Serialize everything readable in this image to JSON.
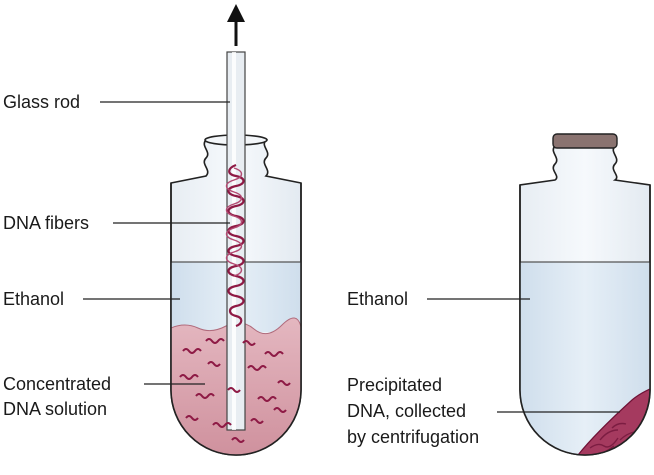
{
  "labels": {
    "glass_rod": "Glass rod",
    "dna_fibers": "DNA fibers",
    "ethanol_left": "Ethanol",
    "concentrated_line1": "Concentrated",
    "concentrated_line2": "DNA solution",
    "ethanol_right": "Ethanol",
    "precip_line1": "Precipitated",
    "precip_line2": "DNA, collected",
    "precip_line3": "by centrifugation"
  },
  "colors": {
    "glass": "#e9eff5",
    "ethanol": "#d9e6f2",
    "solution": "#d7a1ac",
    "dna": "#8e1a45",
    "pellet": "#a53a5f",
    "cap": "#8a7370",
    "outline": "#222222"
  }
}
